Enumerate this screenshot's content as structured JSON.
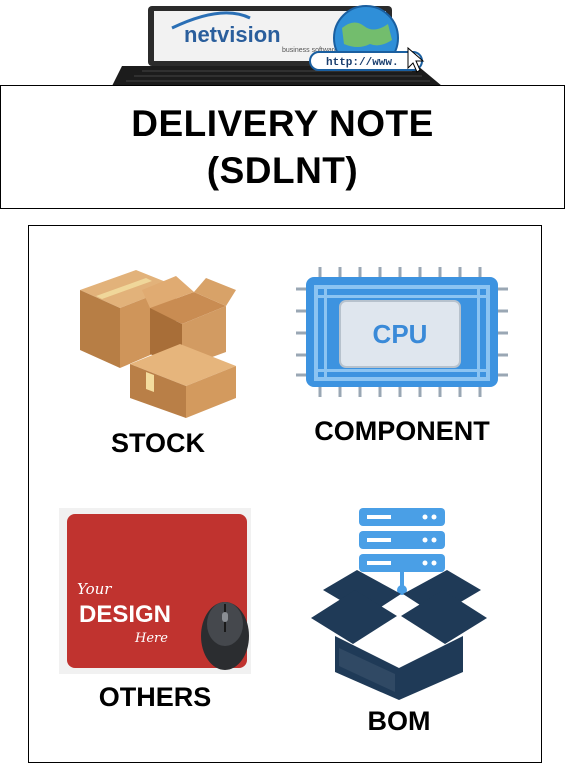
{
  "header": {
    "logo": {
      "brand": "netvision",
      "tagline": "business software",
      "url_text": "http://www."
    }
  },
  "title": {
    "line1": "DELIVERY NOTE",
    "line2": "(SDLNT)"
  },
  "menu": {
    "items": [
      {
        "label": "STOCK",
        "icon": "cardboard-boxes-icon"
      },
      {
        "label": "COMPONENT",
        "icon": "cpu-chip-icon",
        "icon_text": "CPU"
      },
      {
        "label": "OTHERS",
        "icon": "mousepad-icon",
        "icon_text": [
          "Your",
          "DESIGN",
          "Here"
        ]
      },
      {
        "label": "BOM",
        "icon": "server-box-icon"
      }
    ]
  },
  "colors": {
    "box_tan": "#c9935a",
    "cpu_blue": "#4a9fe6",
    "mousepad_red": "#c0332f",
    "bom_navy": "#1f3a57"
  }
}
